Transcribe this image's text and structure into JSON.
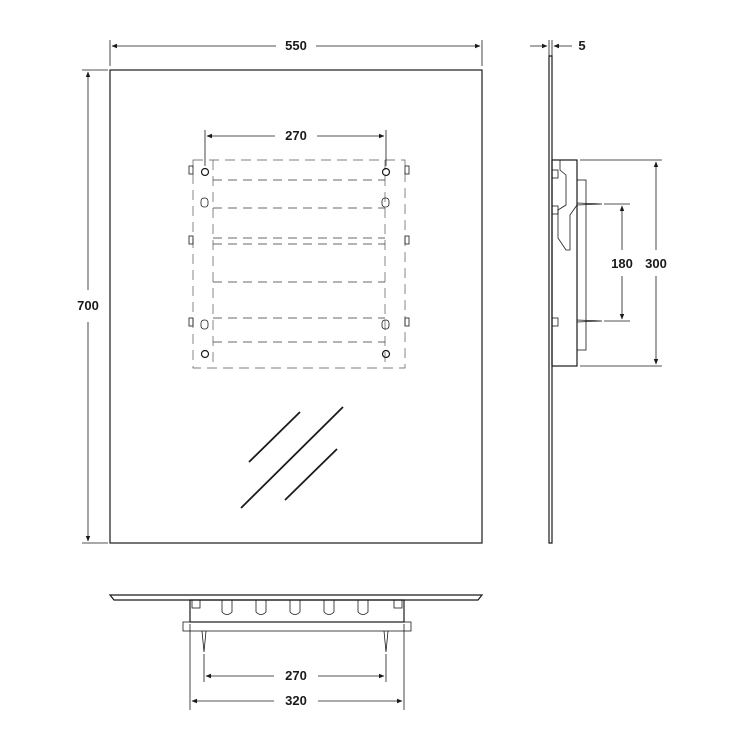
{
  "dimensions": {
    "mirror_width": "550",
    "mirror_height": "700",
    "bracket_hole_spacing_front": "270",
    "mirror_thickness": "5",
    "bracket_height": "300",
    "screw_spacing": "180",
    "bracket_hole_spacing_bottom": "270",
    "bracket_width": "320"
  }
}
